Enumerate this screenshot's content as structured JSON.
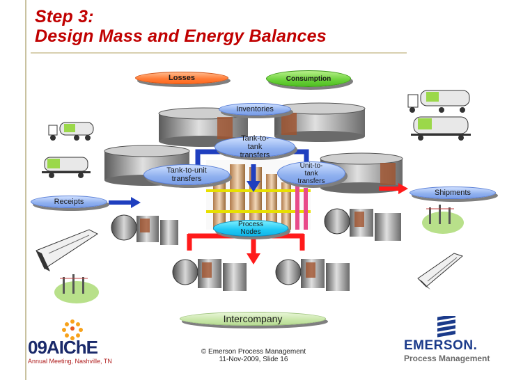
{
  "slide": {
    "title_line1": "Step 3:",
    "title_line2": "Design Mass and Energy Balances",
    "footer_line1": "© Emerson Process Management",
    "footer_line2": "11-Nov-2009, Slide 16"
  },
  "labels": {
    "losses": "Losses",
    "consumption": "Consumption",
    "inventories": "Inventories",
    "tank_to_tank": "Tank-to-tank transfers",
    "tank_to_unit": "Tank-to-unit transfers",
    "unit_to_tank": "Unit-to-tank transfers",
    "receipts": "Receipts",
    "shipments": "Shipments",
    "process_nodes": "Process Nodes",
    "intercompany": "Intercompany"
  },
  "logos": {
    "aiche_main": "09AIChE",
    "aiche_sub": "Annual Meeting, Nashville, TN",
    "emerson_main": "EMERSON.",
    "emerson_sub": "Process Management"
  },
  "colors": {
    "title": "#c00000",
    "arrow_red": "#ff1a1a",
    "arrow_blue": "#1f3fbf",
    "pill_blue": "#8fb0ef",
    "pill_orange": "#ff7a35",
    "pill_green": "#6ad13a",
    "pill_cyan": "#1ec8f5"
  }
}
